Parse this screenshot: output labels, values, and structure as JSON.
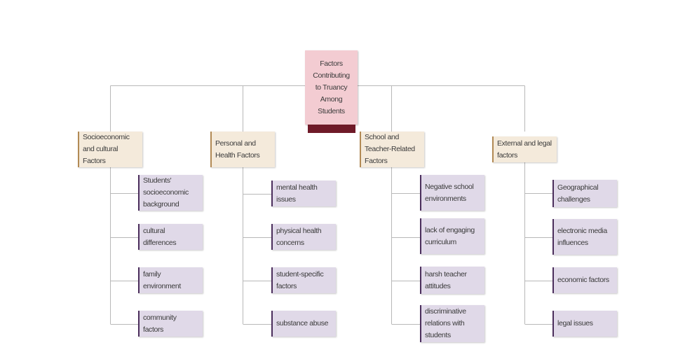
{
  "root": {
    "label": "Factors Contributing to Truancy Among Students"
  },
  "categories": [
    {
      "label": "Socioeconomic and cultural Factors",
      "items": [
        "Students' socioeconomic background",
        "cultural differences",
        "family environment",
        "community factors"
      ]
    },
    {
      "label": "Personal and Health Factors",
      "items": [
        "mental health issues",
        "physical health concerns",
        "student-specific factors",
        "substance abuse"
      ]
    },
    {
      "label": "School and Teacher-Related Factors",
      "items": [
        "Negative school environments",
        "lack of engaging curriculum",
        "harsh teacher attitudes",
        "discriminative relations with students"
      ]
    },
    {
      "label": "External and legal factors",
      "items": [
        "Geographical challenges",
        "electronic media influences",
        "economic factors",
        "legal issues"
      ]
    }
  ],
  "colors": {
    "root_fill": "#f3ccd2",
    "root_bar": "#6f1a28",
    "category_fill": "#f4eadb",
    "category_accent": "#b28a55",
    "leaf_fill": "#e0d9e8",
    "leaf_accent": "#4b2e5c",
    "connector": "#b8b8b8"
  }
}
